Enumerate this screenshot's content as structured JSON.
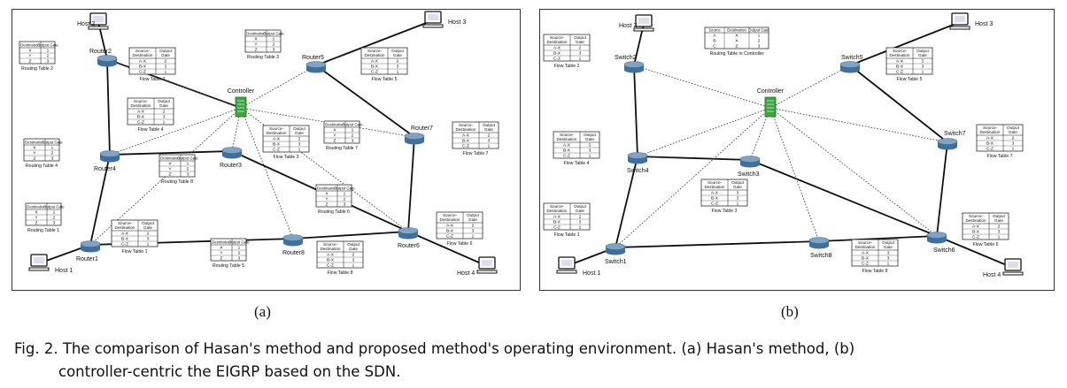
{
  "caption": {
    "line1": "Fig. 2. The comparison of Hasan's method and proposed method's operating environment. (a) Hasan's method, (b)",
    "line2": "controller-centric the EIGRP based on the SDN."
  },
  "panel_a": {
    "sublabel": "(a)",
    "controller": "Controller",
    "hosts": [
      "Host 1",
      "Host 2",
      "Host 3",
      "Host 4"
    ],
    "routers": [
      "Router1",
      "Router2",
      "Router3",
      "Router4",
      "Router5",
      "Router6",
      "Router7",
      "Router8"
    ],
    "flow_header": [
      "Source-Destination",
      "Output Gate"
    ],
    "routing_header": [
      "Destination",
      "Output Gate"
    ],
    "routing_rows": [
      [
        "X",
        "1"
      ],
      [
        "Y",
        "2"
      ],
      [
        "Z",
        "3"
      ]
    ],
    "flow_rows": {
      "ft1": [
        [
          "A-X",
          "2"
        ],
        [
          "B-X",
          "3"
        ],
        [
          "C-Z",
          "1"
        ]
      ],
      "ft2": [
        [
          "A-X",
          "2"
        ],
        [
          "B-X",
          "3"
        ],
        [
          "C-Z",
          "1"
        ]
      ],
      "ft3": [
        [
          "A-X",
          "2"
        ],
        [
          "B-X",
          "3"
        ],
        [
          "C-Z",
          "1"
        ]
      ],
      "ft4": [
        [
          "A-X",
          "2"
        ],
        [
          "B-X",
          "3"
        ],
        [
          "C-Z",
          "1"
        ]
      ],
      "ft5": [
        [
          "A-X",
          "2"
        ],
        [
          "B-X",
          "3"
        ],
        [
          "C-Z",
          "1"
        ]
      ],
      "ft6": [
        [
          "A-X",
          "2"
        ],
        [
          "B-X",
          "3"
        ],
        [
          "C-Z",
          "1"
        ]
      ],
      "ft7": [
        [
          "A-X",
          "2"
        ],
        [
          "B-X",
          "3"
        ],
        [
          "C-Z",
          "1"
        ]
      ],
      "ft8": [
        [
          "A-X",
          "2"
        ],
        [
          "B-X",
          "3"
        ],
        [
          "C-Z",
          "1"
        ]
      ]
    },
    "flow_labels": [
      "Flow Table 1",
      "Flow Table 2",
      "Flow Table 3",
      "Flow Table 4",
      "Flow Table 5",
      "Flow Table 6",
      "Flow Table 7",
      "Flow Table 8"
    ],
    "routing_labels": [
      "Routing Table 1",
      "Routing Table 2",
      "Routing Table 3",
      "Routing Table 4",
      "Routing Table 5",
      "Routing Table 6",
      "Routing Table 7",
      "Routing Table 8"
    ]
  },
  "panel_b": {
    "sublabel": "(b)",
    "controller": "Controller",
    "hosts": [
      "Host 1",
      "Host 2",
      "Host 3",
      "Host 4"
    ],
    "switches": [
      "Switch1",
      "Switch2",
      "Switch3",
      "Switch4",
      "Switch5",
      "Switch6",
      "Switch7",
      "Switch8"
    ],
    "flow_header": [
      "Source-Destination",
      "Output Gate"
    ],
    "controller_table_header": [
      "Source",
      "Destination",
      "Output Gate"
    ],
    "controller_table_rows": [
      [
        "A",
        "X",
        "1"
      ],
      [
        "B",
        "X",
        "2"
      ],
      [
        "C",
        "Z",
        "3"
      ]
    ],
    "controller_table_label": "Routing Table in Controller",
    "flow_rows": {
      "ft1": [
        [
          "A-X",
          "2"
        ],
        [
          "B-X",
          "3"
        ],
        [
          "C-Z",
          "1"
        ]
      ],
      "ft2": [
        [
          "A-X",
          "2"
        ],
        [
          "B-X",
          "3"
        ],
        [
          "C-Z",
          "1"
        ]
      ],
      "ft3": [
        [
          "A-X",
          "3"
        ],
        [
          "B-X",
          "3"
        ],
        [
          "C-Z",
          "1"
        ]
      ],
      "ft4": [
        [
          "A-X",
          "2"
        ],
        [
          "B-X",
          "3"
        ],
        [
          "C-Z",
          "1"
        ]
      ],
      "ft5": [
        [
          "A-X",
          "2"
        ],
        [
          "B-X",
          "3"
        ],
        [
          "C-Z",
          "1"
        ]
      ],
      "ft6": [
        [
          "A-X",
          "2"
        ],
        [
          "B-X",
          "3"
        ],
        [
          "C-Z",
          "1"
        ]
      ],
      "ft7": [
        [
          "A-X",
          "2"
        ],
        [
          "B-X",
          "3"
        ],
        [
          "C-Z",
          "1"
        ]
      ],
      "ft8": [
        [
          "A-X",
          "3"
        ],
        [
          "B-X",
          "3"
        ],
        [
          "C-Z",
          "1"
        ]
      ]
    },
    "flow_labels": [
      "Flow Table 1",
      "Flow Table 2",
      "Flow Table 3",
      "Flow Table 4",
      "Flow Table 5",
      "Flow Table 6",
      "Flow Table 7",
      "Flow Table 8"
    ]
  },
  "colors": {
    "router": "#3f6f9a",
    "router_top": "#7fa3c4",
    "controller": "#3fa63f",
    "line": "#111111",
    "dotted": "#444444"
  }
}
